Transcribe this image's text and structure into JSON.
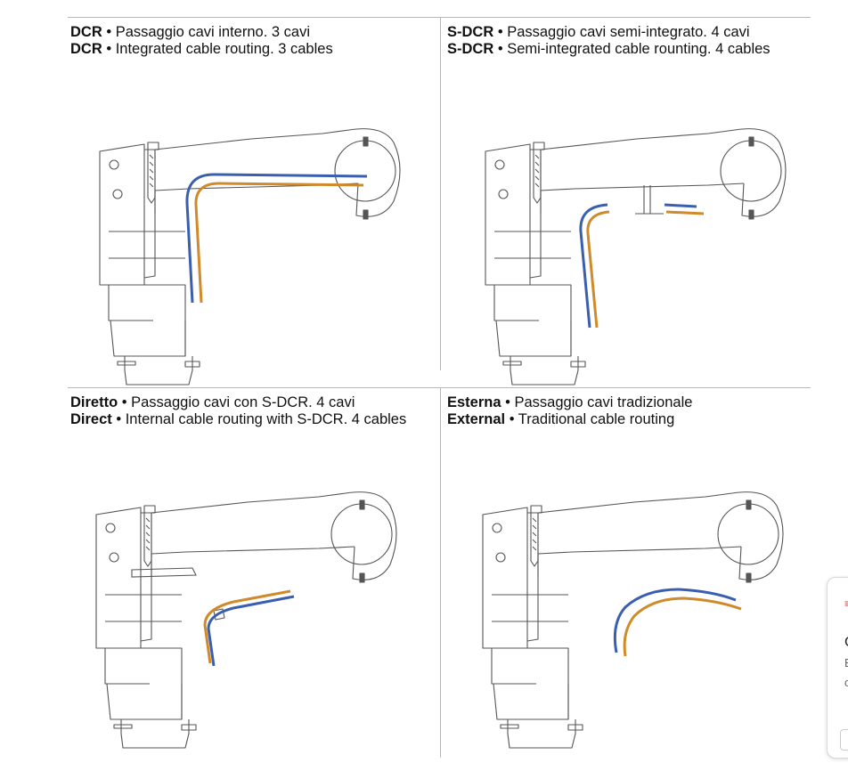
{
  "panels": [
    {
      "line1_bold": "DCR",
      "line1_text": " • Passaggio cavi interno. 3 cavi",
      "line2_bold": "DCR",
      "line2_text": " • Integrated cable routing. 3 cables"
    },
    {
      "line1_bold": "S-DCR",
      "line1_text": " • Passaggio cavi semi-integrato. 4 cavi",
      "line2_bold": "S-DCR",
      "line2_text": " • Semi-integrated cable rounting. 4 cables"
    },
    {
      "line1_bold": "Diretto",
      "line1_text": " • Passaggio cavi con S-DCR. 4 cavi",
      "line2_bold": "Direct",
      "line2_text": " • Internal cable routing with S-DCR. 4 cables"
    },
    {
      "line1_bold": "Esterna",
      "line1_text": " • Passaggio cavi tradizionale",
      "line2_bold": "External",
      "line2_text": " • Traditional cable routing"
    }
  ],
  "side_card": {
    "mark": "≡",
    "line1": "C",
    "line2": "E",
    "line3": "c"
  },
  "colors": {
    "cable_blue": "#3a5fb0",
    "cable_orange": "#d08a2a",
    "outline": "#555555",
    "divider": "#b8b8b8"
  }
}
